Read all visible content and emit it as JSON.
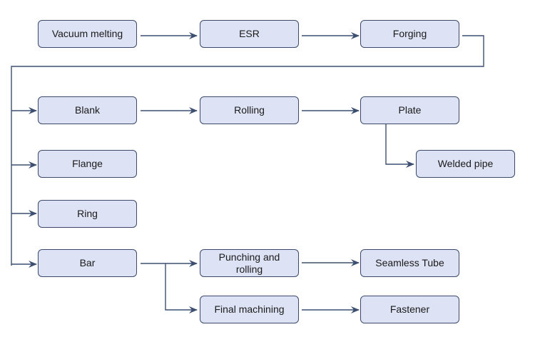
{
  "colors": {
    "node_fill": "#dde3f4",
    "node_border": "#3a4a68",
    "connector": "#3d4f70",
    "background": "#ffffff"
  },
  "nodes": {
    "vacuum_melting": "Vacuum melting",
    "esr": "ESR",
    "forging": "Forging",
    "blank": "Blank",
    "rolling": "Rolling",
    "plate": "Plate",
    "welded_pipe": "Welded pipe",
    "flange": "Flange",
    "ring": "Ring",
    "bar": "Bar",
    "punching_and_rolling": "Punching and rolling",
    "seamless_tube": "Seamless Tube",
    "final_machining": "Final machining",
    "fastener": "Fastener"
  }
}
